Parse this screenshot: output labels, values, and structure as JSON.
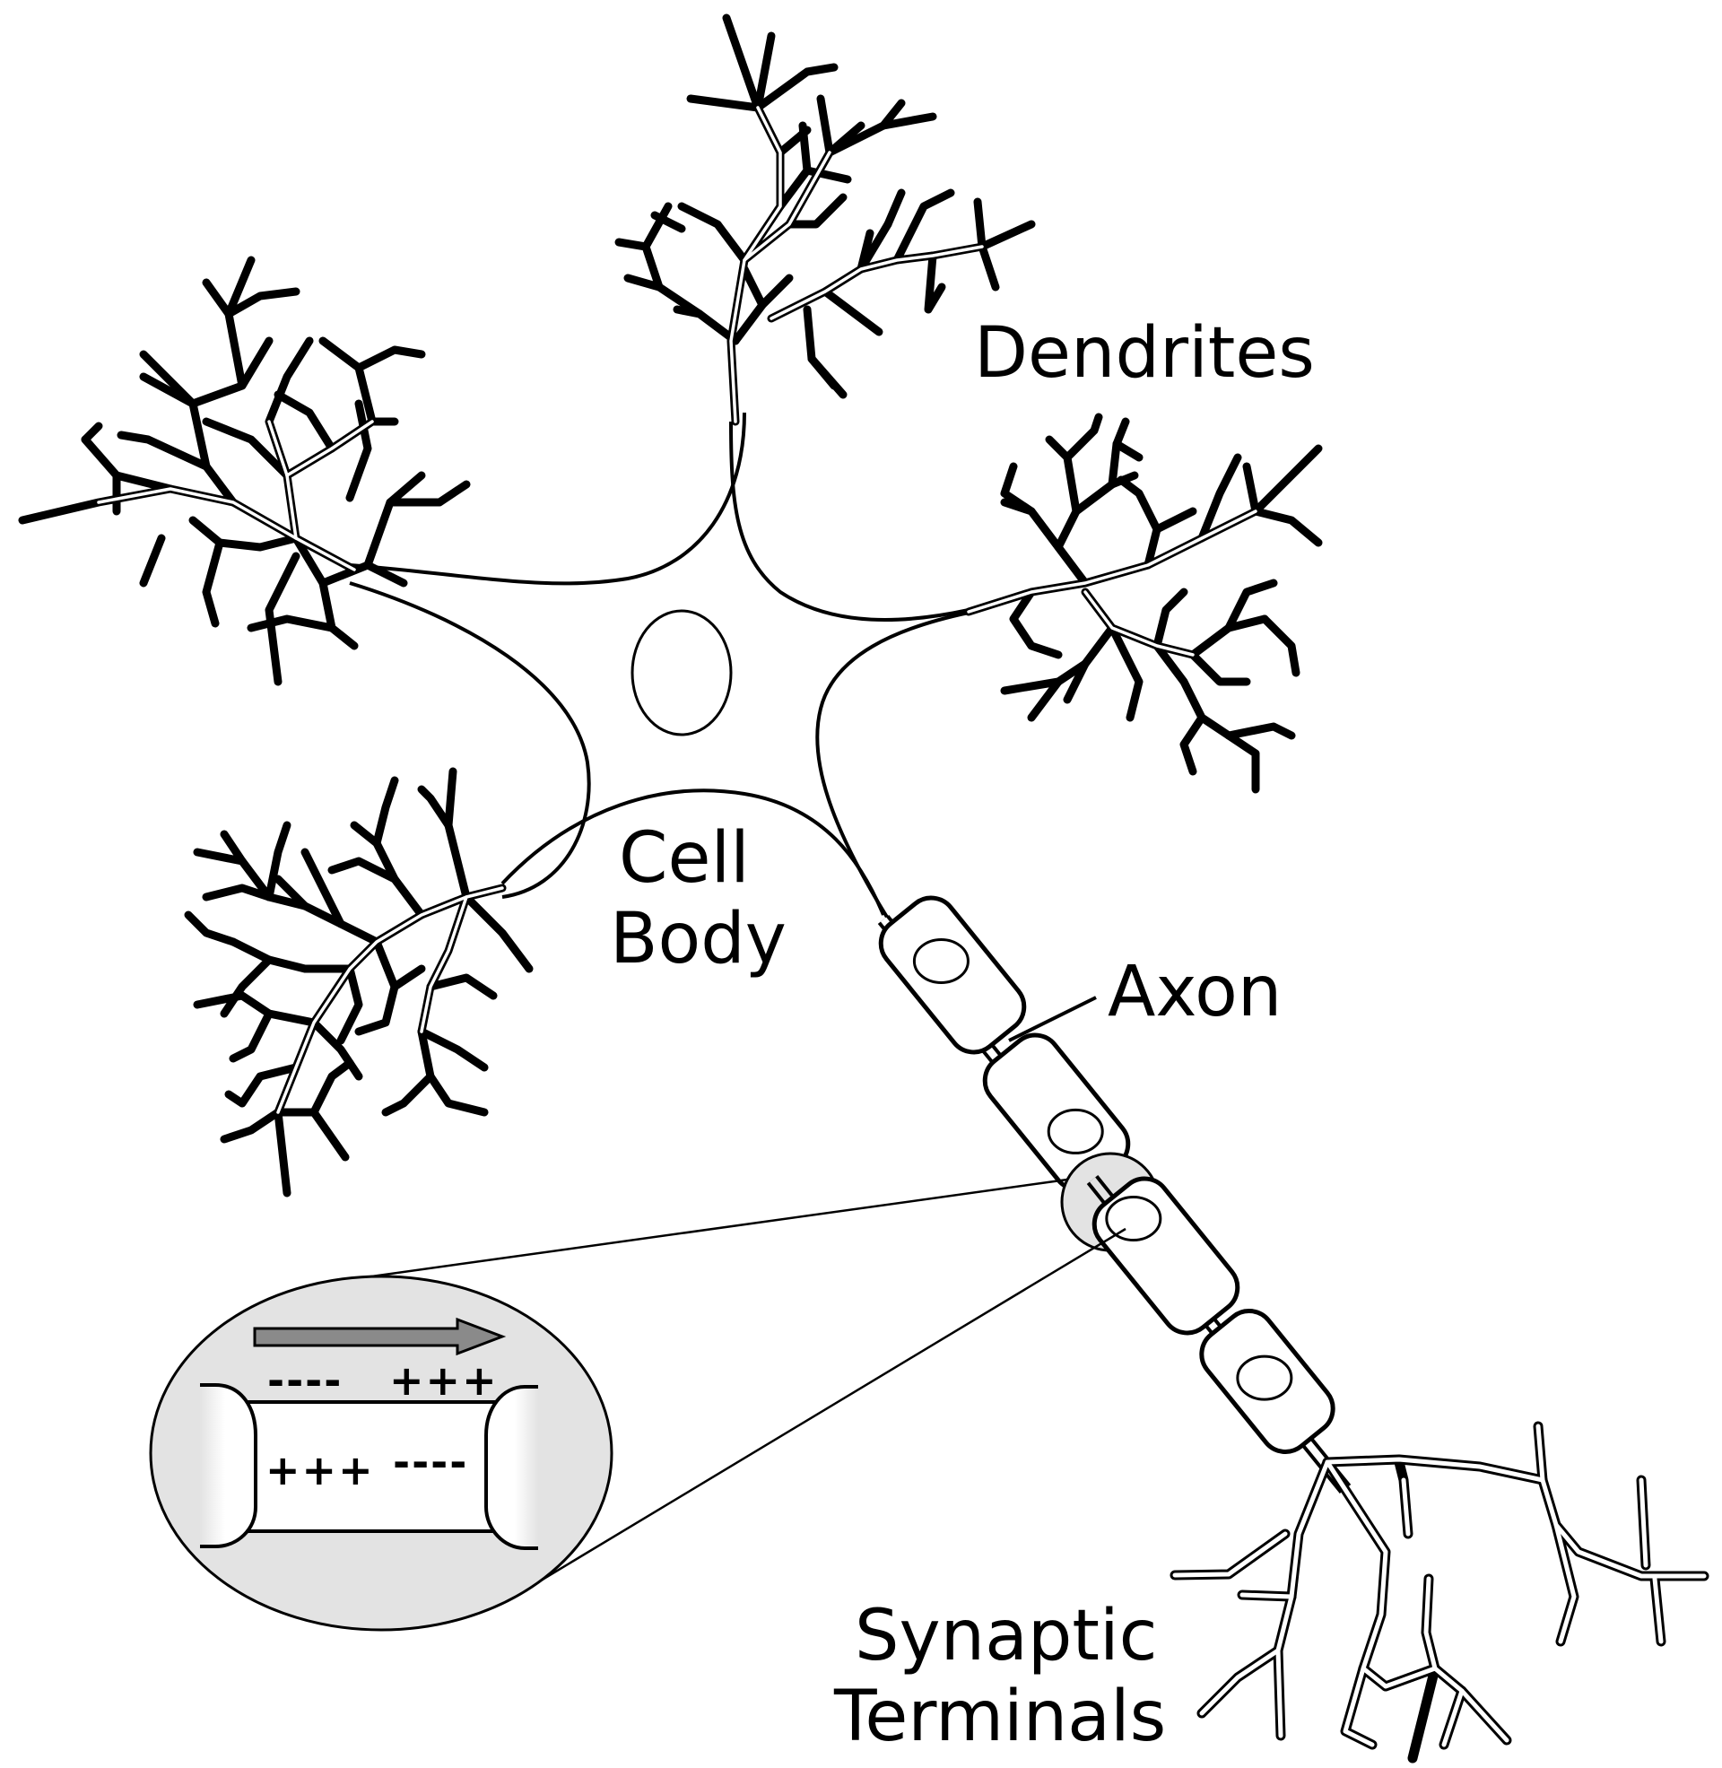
{
  "diagram": {
    "subject": "Neuron anatomy with myelinated axon and action potential inset",
    "labels": {
      "dendrites": "Dendrites",
      "cell_body_line1": "Cell",
      "cell_body_line2": "Body",
      "axon": "Axon",
      "synaptic_line1": "Synaptic",
      "synaptic_line2": "Terminals"
    },
    "inset": {
      "outside_left": "----",
      "outside_right": "+++",
      "inside_left": "+++",
      "inside_right": "----",
      "arrow_direction": "right"
    },
    "colors": {
      "line": "#000000",
      "background": "#ffffff",
      "inset_fill": "#e3e3e3",
      "arrow_fill": "#8a8a8a",
      "highlight_fill": "#e3e3e3"
    }
  }
}
